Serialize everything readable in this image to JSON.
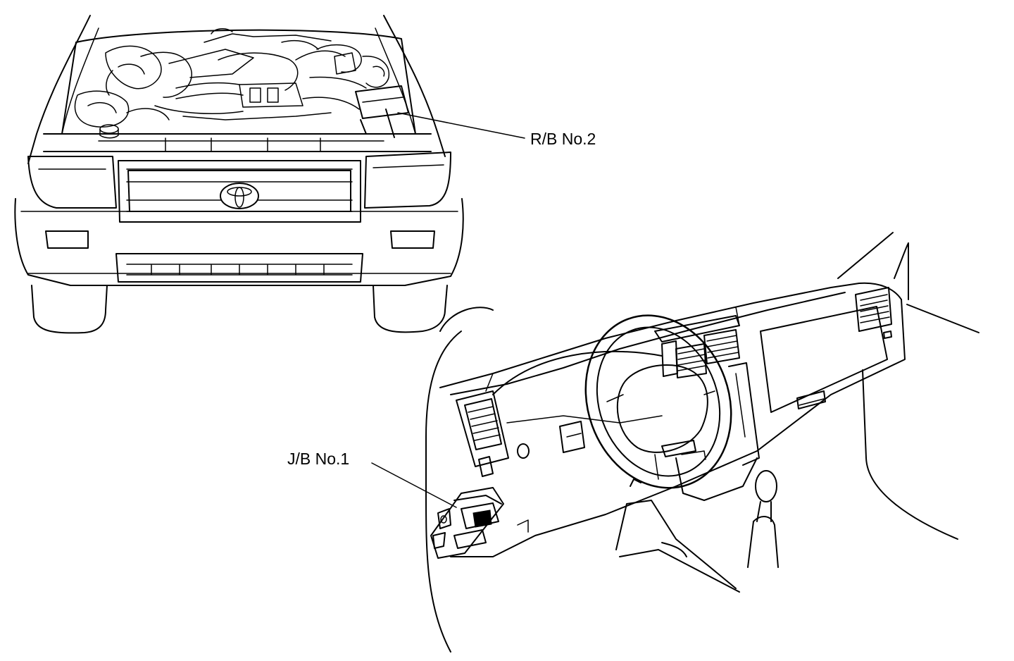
{
  "diagram": {
    "callouts": [
      {
        "id": "rb2",
        "text": "R/B No.2"
      },
      {
        "id": "jb1",
        "text": "J/B No.1"
      }
    ],
    "colors": {
      "line": "#000000",
      "background": "#ffffff"
    }
  }
}
